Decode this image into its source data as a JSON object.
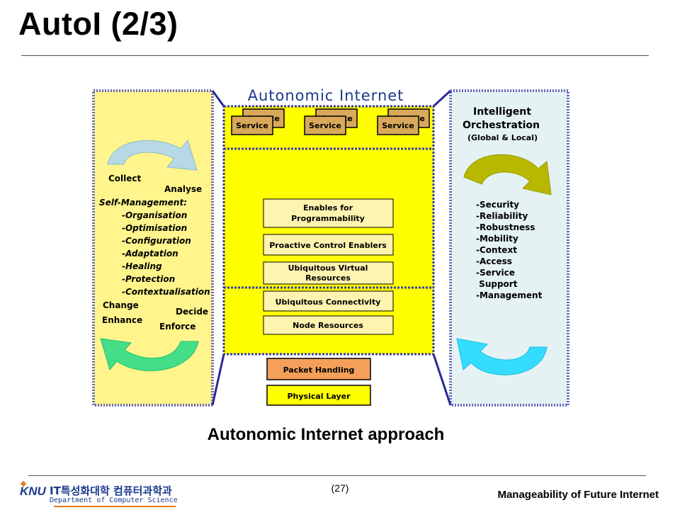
{
  "slide": {
    "title": "AutoI (2/3)",
    "caption": "Autonomic Internet approach",
    "page_number": "(27)",
    "footer_title": "Manageability of Future Internet"
  },
  "logo": {
    "knu": "KNU",
    "korean": "IT특성화대학 컴퓨터과학과",
    "department": "Department of Computer Science"
  },
  "diagram": {
    "center_title": "Autonomic Internet",
    "service_label": "Service",
    "left_panel": {
      "collect": "Collect",
      "analyse": "Analyse",
      "heading": "Self-Management:",
      "items": [
        "-Organisation",
        "-Optimisation",
        "-Configuration",
        "-Adaptation",
        "-Healing",
        "-Protection",
        "-Contextualisation"
      ],
      "change": "Change",
      "decide": "Decide",
      "enhance": "Enhance",
      "enforce": "Enforce"
    },
    "right_panel": {
      "title_line1": "Intelligent",
      "title_line2": "Orchestration",
      "title_line3": "(Global & Local)",
      "items": [
        "-Security",
        "-Reliability",
        "-Robustness",
        "-Mobility",
        "-Context",
        "-Access",
        "-Service",
        " Support",
        "-Management"
      ]
    },
    "center_boxes": [
      {
        "line1": "Enables for",
        "line2": "Programmability"
      },
      {
        "line1": "Proactive Control Enablers",
        "line2": ""
      },
      {
        "line1": "Ubiquitous Virtual",
        "line2": "Resources"
      },
      {
        "line1": "Ubiquitous Connectivity",
        "line2": ""
      },
      {
        "line1": "Node Resources",
        "line2": ""
      }
    ],
    "bottom_boxes": {
      "packet": "Packet Handling",
      "physical": "Physical Layer"
    }
  }
}
